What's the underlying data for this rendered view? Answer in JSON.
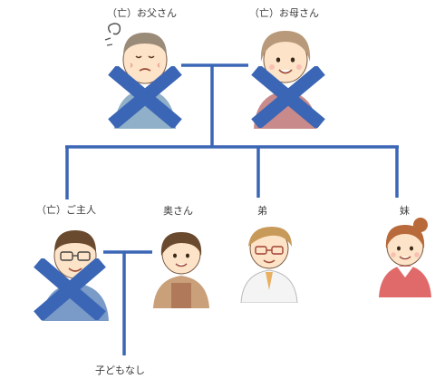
{
  "labels": {
    "father": "（亡）お父さん",
    "mother": "（亡）お母さん",
    "husband": "（亡）ご主人",
    "wife": "奥さん",
    "brother": "弟",
    "sister": "妹",
    "no_children": "子どもなし"
  },
  "colors": {
    "line": "#3b66b5",
    "cross": "#3b66b5",
    "skin": "#fde3c8",
    "hair_dark": "#6a4a2e",
    "hair_gray": "#c8c8c8",
    "hair_mother": "#b89a7a",
    "hair_sister": "#b86a3a",
    "shirt_red": "#e06a6a",
    "apron": "#c9a07a",
    "coat": "#f4f4f4"
  }
}
